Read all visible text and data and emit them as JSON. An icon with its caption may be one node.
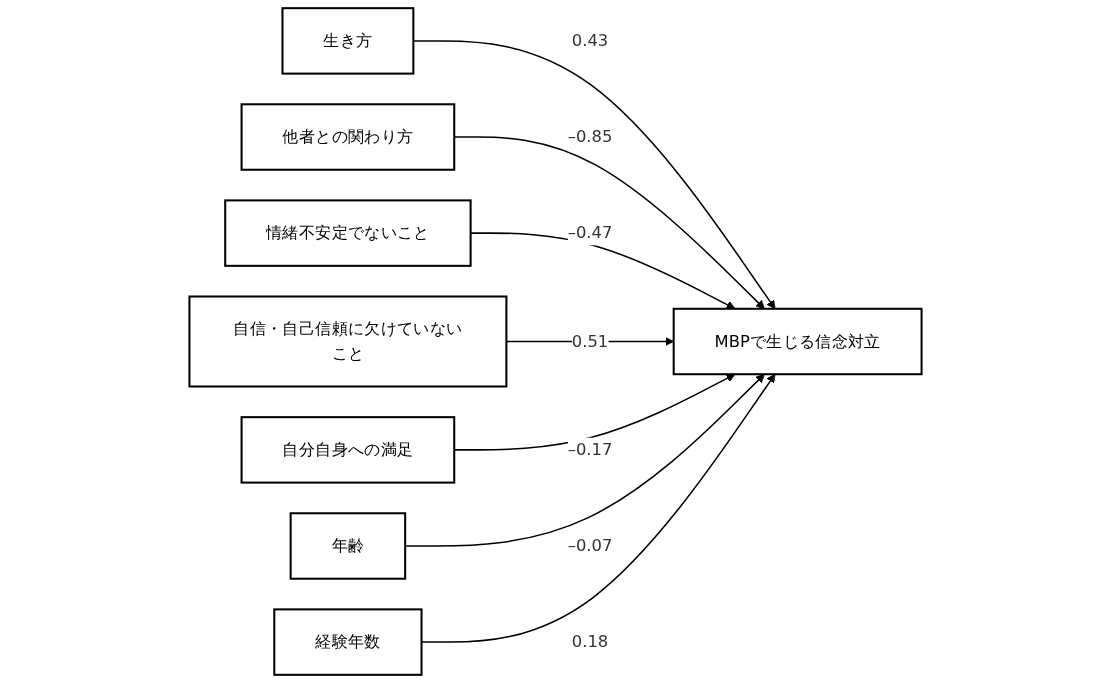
{
  "diagram": {
    "nodes": [
      {
        "text": [
          "生き方"
        ]
      },
      {
        "text": [
          "他者との関わり方"
        ]
      },
      {
        "text": [
          "情緒不安定でないこと"
        ]
      },
      {
        "text": [
          "自信・自己信頼に欠けていないこと"
        ]
      },
      {
        "text": [
          "自分自身への満足"
        ]
      },
      {
        "text": [
          "MBPで生じる信念対立"
        ]
      },
      {
        "text": [
          "年齢"
        ]
      },
      {
        "text": [
          "経験年数"
        ]
      }
    ],
    "edges": [
      {
        "from": 0,
        "to": 5,
        "arrow": "to",
        "label": "0.43"
      },
      {
        "from": 1,
        "to": 5,
        "arrow": "to",
        "label": "–0.85"
      },
      {
        "from": 2,
        "to": 5,
        "arrow": "to",
        "label": "–0.47"
      },
      {
        "from": 3,
        "to": 5,
        "arrow": "to",
        "label": "0.51"
      },
      {
        "from": 4,
        "to": 5,
        "arrow": "to",
        "label": "–0.17"
      },
      {
        "from": 6,
        "to": 5,
        "arrow": "to",
        "label": "–0.07"
      },
      {
        "from": 7,
        "to": 5,
        "arrow": "to",
        "label": "0.18"
      }
    ]
  }
}
